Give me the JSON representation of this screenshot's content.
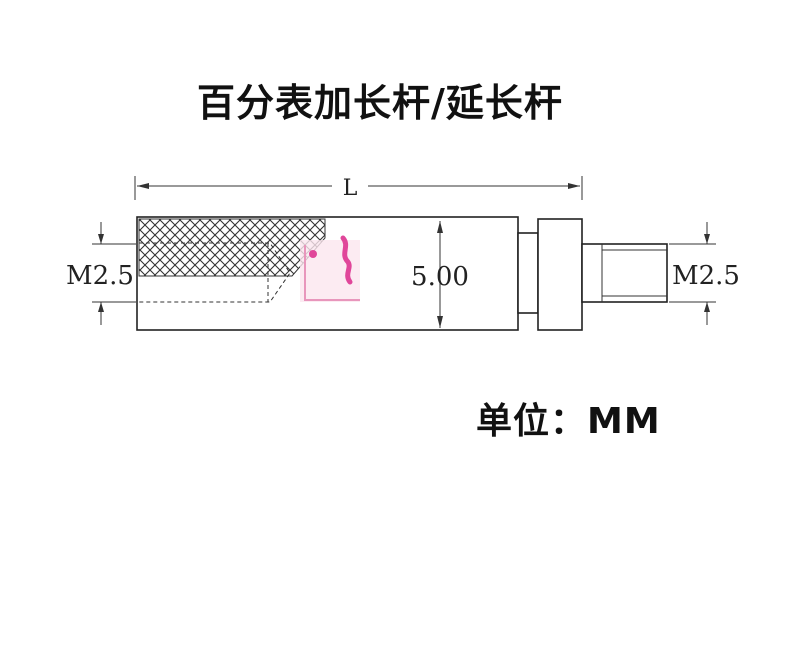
{
  "title": "百分表加长杆/延长杆",
  "unit_label": "单位：MM",
  "dimensions": {
    "length": "L",
    "diameter": "5.00",
    "thread_left": "M2.5",
    "thread_right": "M2.5"
  },
  "colors": {
    "line": "#222222",
    "text": "#111111",
    "stamp": "#e0469a"
  }
}
